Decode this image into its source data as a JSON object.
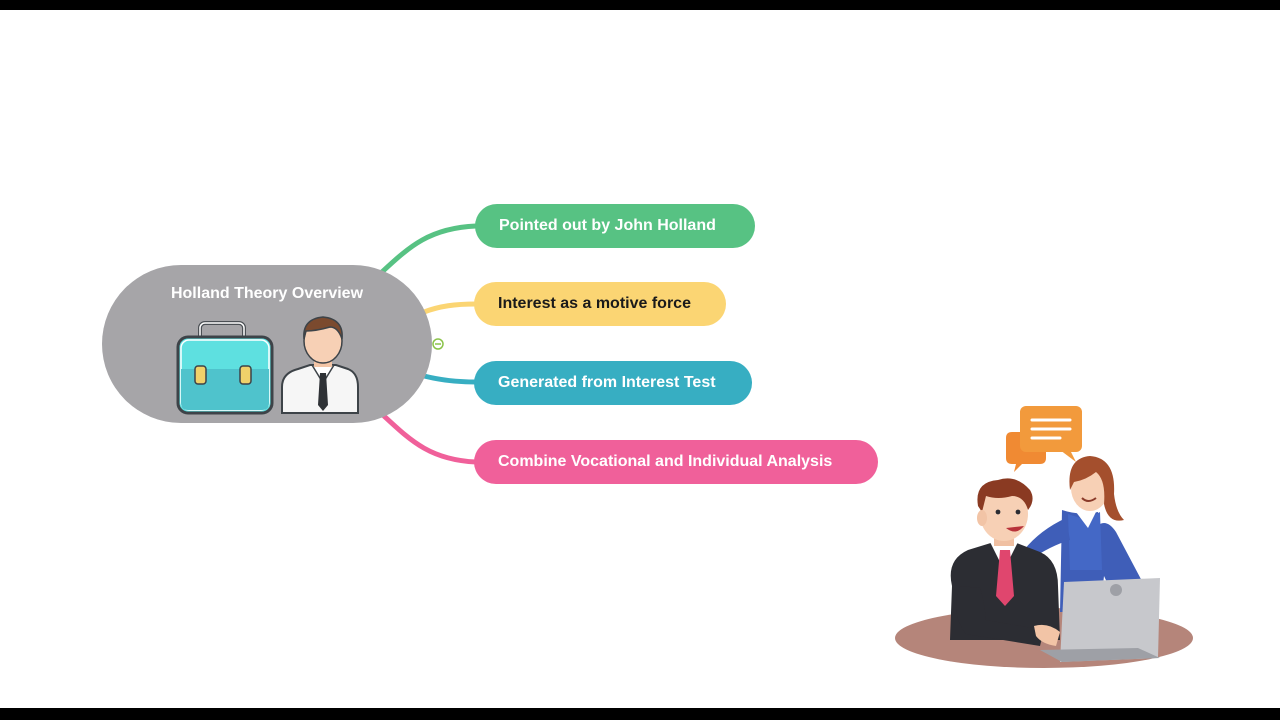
{
  "central_topic": "Holland Theory Overview",
  "branches": [
    {
      "label": "Pointed out by John Holland",
      "color": "#57c283"
    },
    {
      "label": "Interest as a motive force",
      "color": "#fbd573"
    },
    {
      "label": "Generated from Interest Test",
      "color": "#37aec2"
    },
    {
      "label": "Combine Vocational and Individual Analysis",
      "color": "#f0609a"
    }
  ],
  "icons": [
    "briefcase-icon",
    "businessman-icon",
    "collapse-toggle-icon",
    "chat-bubbles-icon",
    "office-people-illustration"
  ]
}
